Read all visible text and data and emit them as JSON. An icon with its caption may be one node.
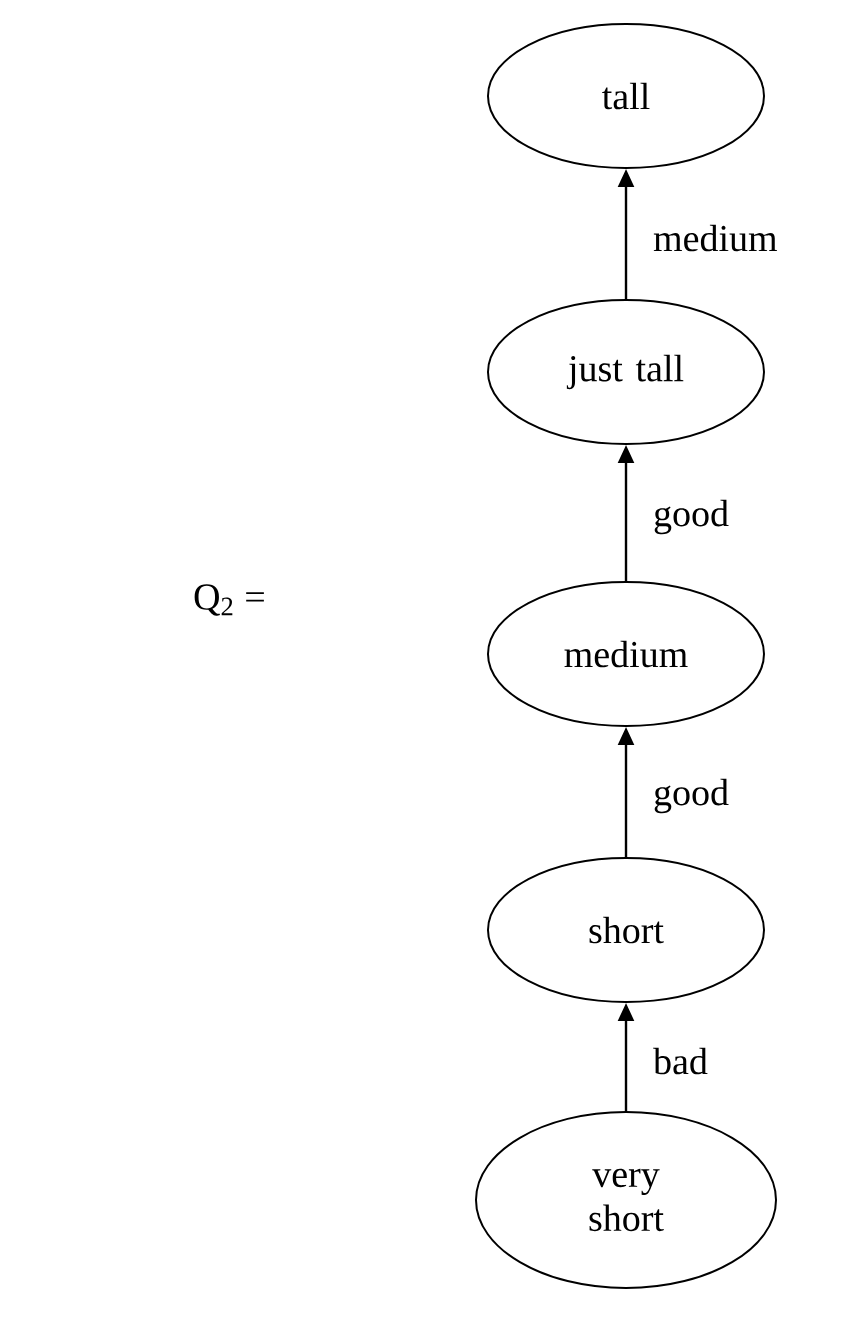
{
  "diagram": {
    "nodes": [
      {
        "text": [
          "tall"
        ]
      },
      {
        "text": [
          "just tall"
        ]
      },
      {
        "text": [
          "medium"
        ]
      },
      {
        "text": [
          "short"
        ]
      },
      {
        "text": [
          "very short"
        ]
      }
    ],
    "edges": [
      {
        "from": 4,
        "to": 3,
        "arrow": "to",
        "label": "bad"
      },
      {
        "from": 3,
        "to": 2,
        "arrow": "to",
        "label": "good"
      },
      {
        "from": 2,
        "to": 1,
        "arrow": "to",
        "label": "good"
      },
      {
        "from": 1,
        "to": 0,
        "arrow": "to",
        "label": "medium"
      }
    ],
    "labels": [
      "Q$_{2}$ ="
    ]
  }
}
